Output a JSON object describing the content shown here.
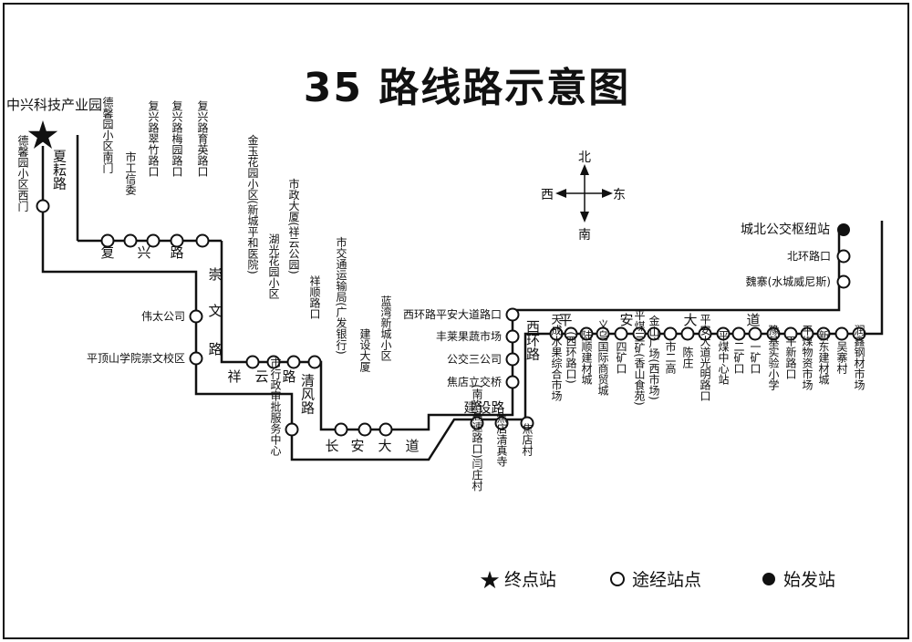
{
  "title": "35 路线路示意图",
  "compass": {
    "north": "北",
    "south": "南",
    "east": "东",
    "west": "西"
  },
  "legend": [
    {
      "symbol": "star",
      "label": "终点站"
    },
    {
      "symbol": "open-circle",
      "label": "途经站点"
    },
    {
      "symbol": "filled-circle",
      "label": "始发站"
    }
  ],
  "terminal": "中兴科技产业园",
  "origin": "城北公交枢纽站",
  "roads": {
    "fuxing": [
      "复",
      "兴",
      "路"
    ],
    "chongwen": [
      "崇",
      "文",
      "路"
    ],
    "xiangyun": [
      "祥",
      "云",
      "路"
    ],
    "qingfeng": "清风路",
    "changan": [
      "长",
      "安",
      "大",
      "道"
    ],
    "jianshe": "建设路",
    "xihuan": "西环路",
    "pingan": [
      "平",
      "安",
      "大",
      "道"
    ],
    "xiayun": "夏耘路"
  },
  "stops": [
    "德馨园小区西门",
    "德馨园小区南门",
    "市工信委",
    "复兴路翠竹路口",
    "复兴路梅园路口",
    "复兴路育英路口",
    "伟太公司",
    "平顶山学院崇文校区",
    "金玉花园小区(新城平和医院)",
    "湖光花园小区",
    "市政大厦(祥云公园)",
    "祥顺路口",
    "市行政审批服务中心",
    "市交通运输局(广发银行)",
    "建设大厦",
    "蓝湾新城小区",
    "西环路平安大道路口",
    "丰莱果蔬市场",
    "公交三公司",
    "焦店立交桥",
    "(南洛高速路口)闫庄村",
    "焦店清真寺",
    "焦店村",
    "天成水果综合市场",
    "(西环路口)",
    "陆顺建材城",
    "义乌国际商贸城",
    "四矿口",
    "平煤三矿(香山食苑)",
    "金山广场(西市场)",
    "市二高",
    "陈庄",
    "平安大道光明路口",
    "平煤中心站",
    "二矿口",
    "一矿口",
    "豫基实验小学",
    "平新路口",
    "平煤物资市场",
    "新东建材城",
    "吴寨村",
    "润鑫钢材市场",
    "魏寨(水城威尼斯)",
    "北环路口"
  ]
}
